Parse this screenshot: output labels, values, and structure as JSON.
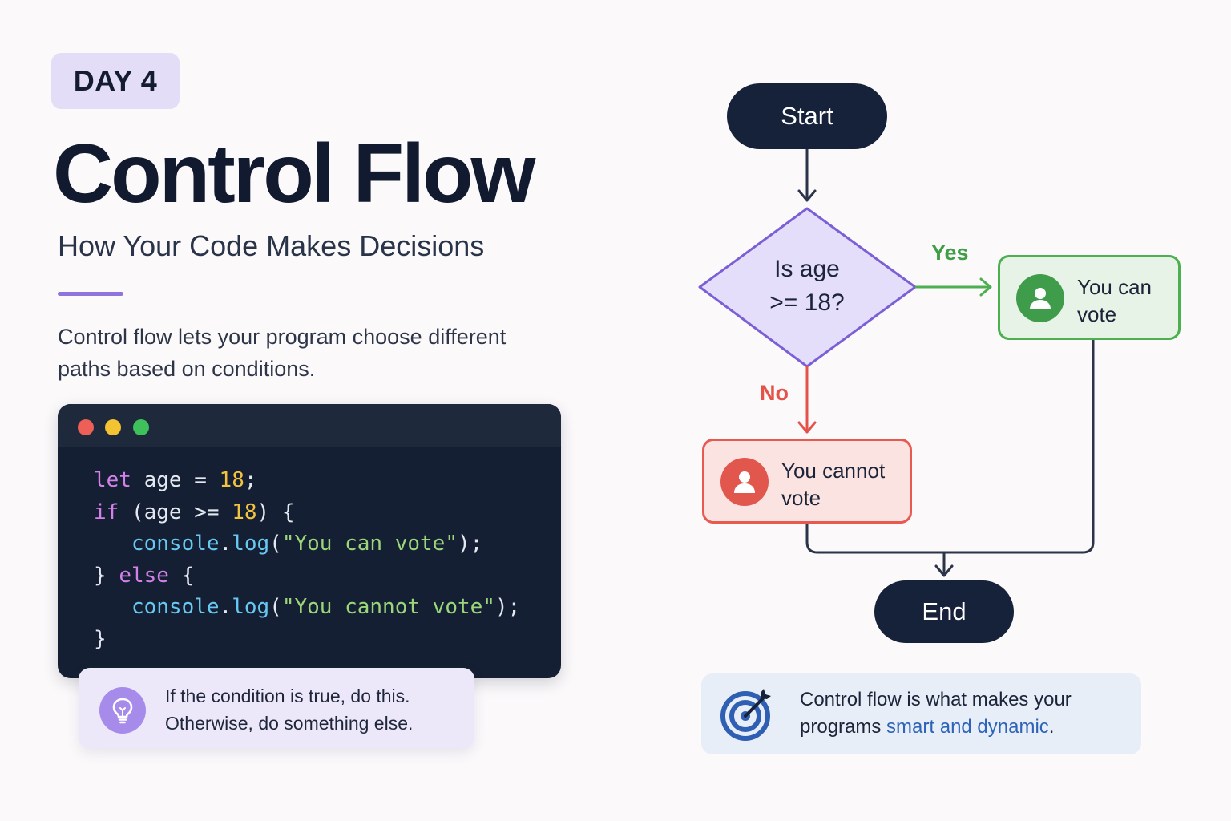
{
  "header": {
    "day_badge": "DAY 4",
    "title": "Control Flow",
    "subtitle": "How Your Code Makes Decisions",
    "description": "Control flow lets your program choose different paths based on conditions."
  },
  "code": {
    "lines": [
      [
        {
          "t": "let",
          "c": "kw"
        },
        {
          "t": " age = ",
          "c": ""
        },
        {
          "t": "18",
          "c": "num"
        },
        {
          "t": ";",
          "c": ""
        }
      ],
      [
        {
          "t": "if",
          "c": "kw"
        },
        {
          "t": " (age >= ",
          "c": ""
        },
        {
          "t": "18",
          "c": "num"
        },
        {
          "t": ") {",
          "c": ""
        }
      ],
      [
        {
          "t": "   ",
          "c": ""
        },
        {
          "t": "console",
          "c": "fn"
        },
        {
          "t": ".",
          "c": ""
        },
        {
          "t": "log",
          "c": "fn"
        },
        {
          "t": "(",
          "c": ""
        },
        {
          "t": "\"You can vote\"",
          "c": "str"
        },
        {
          "t": ");",
          "c": ""
        }
      ],
      [
        {
          "t": "} ",
          "c": ""
        },
        {
          "t": "else",
          "c": "kw"
        },
        {
          "t": " {",
          "c": ""
        }
      ],
      [
        {
          "t": "   ",
          "c": ""
        },
        {
          "t": "console",
          "c": "fn"
        },
        {
          "t": ".",
          "c": ""
        },
        {
          "t": "log",
          "c": "fn"
        },
        {
          "t": "(",
          "c": ""
        },
        {
          "t": "\"You cannot vote\"",
          "c": "str"
        },
        {
          "t": ");",
          "c": ""
        }
      ],
      [
        {
          "t": "}",
          "c": ""
        }
      ]
    ]
  },
  "tip": {
    "icon": "lightbulb-icon",
    "line1": "If the condition is true, do this.",
    "line2": "Otherwise, do something else."
  },
  "flowchart": {
    "start": "Start",
    "decision_line1": "Is age",
    "decision_line2": ">= 18?",
    "yes_label": "Yes",
    "no_label": "No",
    "yes_result_line1": "You can",
    "yes_result_line2": "vote",
    "no_result_line1": "You cannot",
    "no_result_line2": "vote",
    "end": "End",
    "colors": {
      "terminal": "#16223a",
      "decision_fill": "#e4defa",
      "decision_stroke": "#7b5fd6",
      "yes": "#4caf50",
      "no": "#e85a50",
      "connector": "#2b3448"
    }
  },
  "summary": {
    "icon": "target-icon",
    "text_before": "Control flow is what makes your programs ",
    "highlight": "smart and dynamic",
    "text_after": "."
  }
}
